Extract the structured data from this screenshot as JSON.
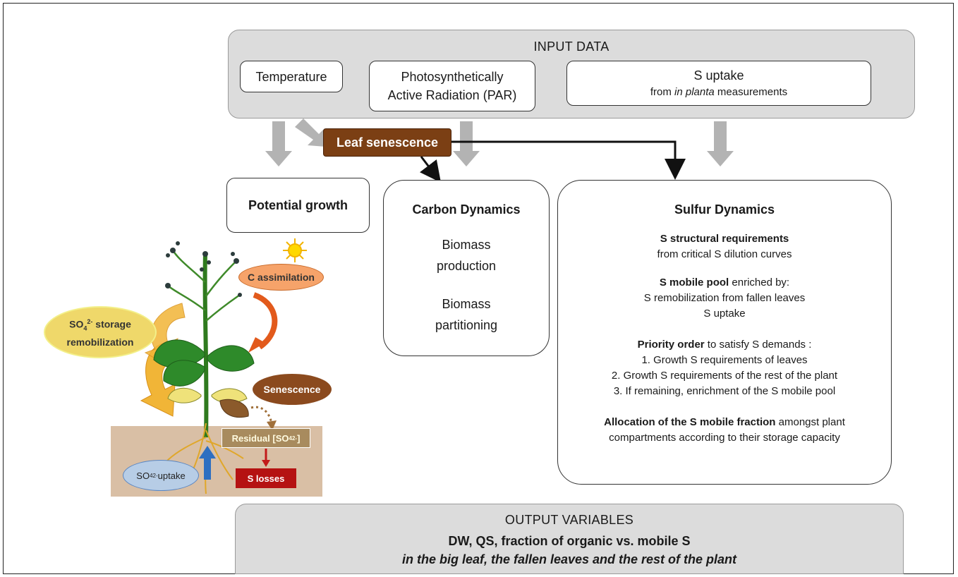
{
  "input_panel": {
    "title": "INPUT DATA",
    "temperature": "Temperature",
    "par_line1": "Photosynthetically",
    "par_line2": "Active Radiation (PAR)",
    "s_uptake_title": "S uptake",
    "s_uptake_from": "from ",
    "s_uptake_italic": "in planta",
    "s_uptake_rest": " measurements"
  },
  "leaf_senescence": "Leaf senescence",
  "potential_growth": "Potential growth",
  "carbon": {
    "title": "Carbon Dynamics",
    "item1_line1": "Biomass",
    "item1_line2": "production",
    "item2_line1": "Biomass",
    "item2_line2": "partitioning"
  },
  "sulfur": {
    "title": "Sulfur Dynamics",
    "struct_bold": "S structural requirements",
    "struct_rest": "from critical S dilution curves",
    "mobile_bold": "S mobile pool",
    "mobile_rest": " enriched by:",
    "mobile_item1": "S remobilization from fallen leaves",
    "mobile_item2": "S uptake",
    "priority_bold": "Priority order",
    "priority_rest": " to satisfy S demands :",
    "priority_1": "1. Growth S requirements of leaves",
    "priority_2": "2. Growth S requirements of the rest of the plant",
    "priority_3": "3. If remaining, enrichment of the S mobile pool",
    "alloc_bold": "Allocation of the S mobile fraction",
    "alloc_rest": " amongst plant",
    "alloc_line2": "compartments according to their storage capacity"
  },
  "plant": {
    "c_assimilation": "C assimilation",
    "storage_line1_pre": "SO",
    "storage_sub": "4",
    "storage_sup": "2-",
    "storage_line1_post": " storage",
    "storage_line2": "remobilization",
    "senescence": "Senescence",
    "residual_pre": "Residual [SO",
    "residual_sub": "4",
    "residual_sup": "2-",
    "residual_post": "]",
    "s_losses": "S losses",
    "uptake_pre": "SO",
    "uptake_sub": "4",
    "uptake_sup": "2-",
    "uptake_post": " uptake"
  },
  "output_panel": {
    "title": "OUTPUT VARIABLES",
    "line1": "DW, QS, fraction of organic vs. mobile S",
    "line2": "in the big leaf, the fallen leaves and the rest of the plant"
  },
  "colors": {
    "panel_grey": "#dcdcdc",
    "arrow_grey": "#b3b3b3",
    "leaf_senescence_brown": "#7b3f14",
    "c_assimilation_fill": "#f6a36a",
    "storage_fill": "#efd86a",
    "senescence_fill": "#8b4a1e",
    "soil": "#d9bfa5",
    "residual_fill": "#a88b5e",
    "s_losses_fill": "#b51212",
    "uptake_fill": "#b7cde6"
  }
}
